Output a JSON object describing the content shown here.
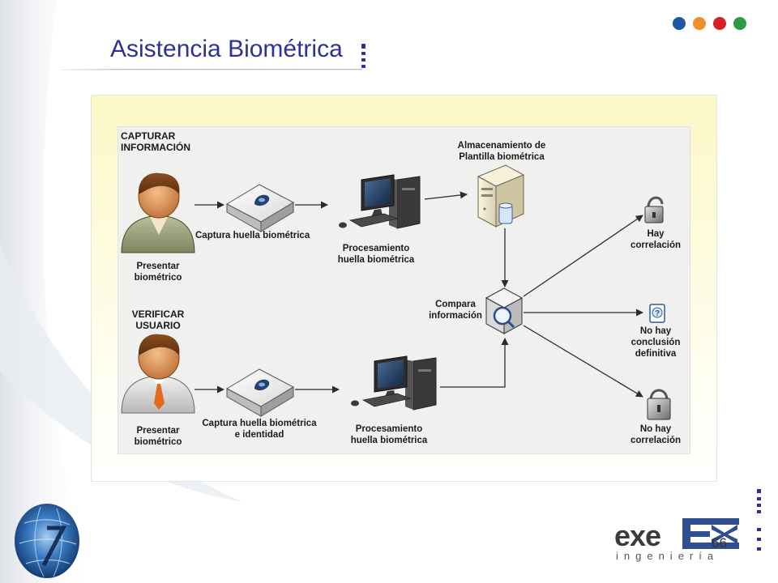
{
  "slide": {
    "title": "Asistencia Biométrica",
    "page_number": "66",
    "decor_dot_colors": [
      "#1f57a6",
      "#f0902a",
      "#d81f26",
      "#2e9a43"
    ],
    "accent_color": "#2e3192"
  },
  "diagram": {
    "section_capture": "CAPTURAR\nINFORMACIÓN",
    "section_verify": "VERIFICAR\nUSUARIO",
    "present_top": "Presentar\nbiométrico",
    "present_bottom": "Presentar\nbiométrico",
    "capture_top": "Captura huella biométrica",
    "capture_bottom": "Captura huella biométrica\ne identidad",
    "process_top": "Procesamiento\nhuella biométrica",
    "process_bottom": "Procesamiento\nhuella biométrica",
    "storage": "Almacenamiento de\nPlantilla biométrica",
    "compare": "Compara\ninformación",
    "result_match": "Hay\ncorrelación",
    "result_inconclusive": "No hay\nconclusión\ndefinitiva",
    "result_no_match": "No hay\ncorrelación"
  },
  "logo": {
    "brand": "exe",
    "tagline": "ingeniería"
  }
}
